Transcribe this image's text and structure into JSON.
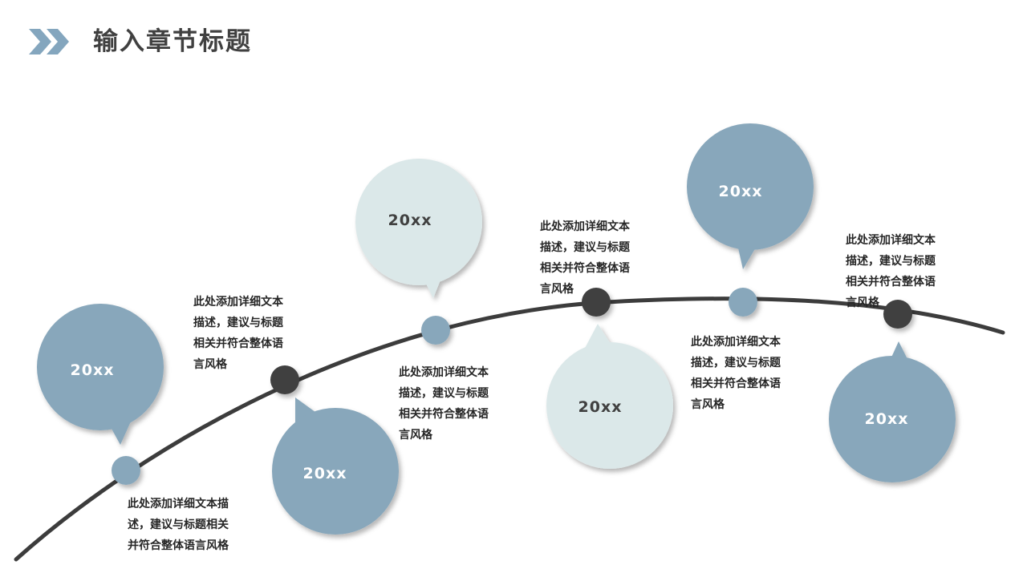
{
  "header": {
    "title": "输入章节标题",
    "icon": "double-chevron-icon"
  },
  "colors": {
    "bubble_blue": "#88a7bb",
    "bubble_light": "#dbe8e9",
    "node_dark": "#3f3f3f",
    "curve": "#3c3c3c",
    "chevron": "#84a6be"
  },
  "milestones": [
    {
      "year": "20xx",
      "bubble": "blue",
      "node": "blue",
      "desc": [
        "此处添加详细文本描",
        "述，建议与标题相关",
        "并符合整体语言风格"
      ]
    },
    {
      "year": "20xx",
      "bubble": "blue",
      "node": "dark",
      "desc": [
        "此处添加详细文本",
        "描述，建议与标题",
        "相关并符合整体语",
        "言风格"
      ]
    },
    {
      "year": "20xx",
      "bubble": "light",
      "node": "blue",
      "desc": [
        "此处添加详细文本",
        "描述，建议与标题",
        "相关并符合整体语",
        "言风格"
      ]
    },
    {
      "year": "20xx",
      "bubble": "light",
      "node": "dark",
      "desc": [
        "此处添加详细文本",
        "描述，建议与标题",
        "相关并符合整体语",
        "言风格"
      ]
    },
    {
      "year": "20xx",
      "bubble": "blue",
      "node": "blue",
      "desc": [
        "此处添加详细文本",
        "描述，建议与标题",
        "相关并符合整体语",
        "言风格"
      ]
    },
    {
      "year": "20xx",
      "bubble": "blue",
      "node": "dark",
      "desc": [
        "此处添加详细文本",
        "描述，建议与标题",
        "相关并符合整体语",
        "言风格"
      ]
    }
  ]
}
